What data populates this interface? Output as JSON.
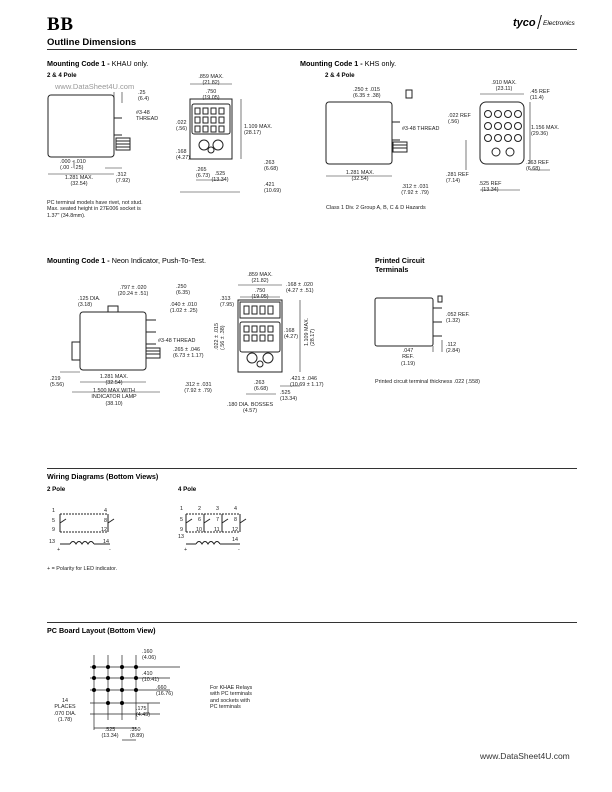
{
  "header": {
    "logo_left": "B B",
    "logo_right": "tyco",
    "logo_right_sub": "Electronics",
    "page_title": "Outline Dimensions"
  },
  "watermark": "www.DataSheet4U.com",
  "khau": {
    "title_bold": "Mounting Code 1 -",
    "title_sub": "KHAU only.",
    "pole": "2 & 4 Pole",
    "labels": {
      "a1": ".25",
      "a2": "(6.4)",
      "thread1": "#3-48",
      "thread2": "THREAD",
      "b1": ".000 - .010",
      "b2": "(.00 - .25)",
      "c1": "1.281 MAX.",
      "c2": "(32.54)",
      "d1": ".312",
      "d2": "(7.92)",
      "e1": ".859 MAX.",
      "e2": "(21.82)",
      "f1": ".750",
      "f2": "(19.05)",
      "g1": ".022",
      "g2": "(.56)",
      "h1": "1.109 MAX.",
      "h2": "(28.17)",
      "i1": ".168",
      "i2": "(4.27)",
      "j1": ".265",
      "j2": "(6.73)",
      "k1": ".525",
      "k2": "(13.34)",
      "l1": ".263",
      "l2": "(6.68)",
      "m1": ".421",
      "m2": "(10.69)"
    },
    "note": [
      "PC terminal models have rivet, not stud.",
      "Max. seated height in 27E006 socket is",
      "1.37\" (34.8mm)."
    ]
  },
  "khs": {
    "title_bold": "Mounting Code 1 -",
    "title_sub": "KHS only.",
    "pole": "2 & 4 Pole",
    "labels": {
      "a1": ".250 ± .015",
      "a2": "(6.35 ± .38)",
      "thread": "#3-48 THREAD",
      "c1": "1.281 MAX.",
      "c2": "(32.54)",
      "d1": ".312 ± .031",
      "d2": "(7.92 ± .79)",
      "e1": ".910 MAX.",
      "e2": "(23.11)",
      "f1": ".45 REF",
      "f2": "(11.4)",
      "g1": ".022 REF",
      "g2": "(.56)",
      "h1": "1.156 MAX.",
      "h2": "(29.36)",
      "i1": ".281 REF",
      "i2": "(7.14)",
      "k1": ".525 REF",
      "k2": "(13.34)",
      "l1": ".263 REF",
      "l2": "(6.68)"
    },
    "note": "Class 1 Div. 2 Group A, B, C & D Hazards"
  },
  "neon": {
    "title_bold": "Mounting Code 1 -",
    "title_sub": "Neon Indicator, Push-To-Test.",
    "labels": {
      "a1": ".797 ± .020",
      "a2": "(20.24 ± .51)",
      "b1": ".250",
      "b2": "(6.35)",
      "c1": ".125 DIA.",
      "c2": "(3.18)",
      "d1": ".040 ± .010",
      "d2": "(1.02 ± .25)",
      "thread": "#3-48 THREAD",
      "e1": ".265 ± .046",
      "e2": "(6.73 ± 1.17)",
      "f1": ".219",
      "f2": "(5.56)",
      "g1": "1.281 MAX.",
      "g2": "(32.54)",
      "h1": "1.500 MAX WITH",
      "h2": "INDICATOR LAMP",
      "h3": "(38.10)",
      "i1": ".312 ± .031",
      "i2": "(7.92 ± .79)",
      "j1": ".859 MAX.",
      "j2": "(21.82)",
      "k1": ".750",
      "k2": "(19.05)",
      "l1": ".313",
      "l2": "(7.95)",
      "m1": ".022 ± .015",
      "m2": "(.56 ± .38)",
      "n1": ".168",
      "n2": "(4.27)",
      "o1": "1.109 MAX.",
      "o2": "(28.17)",
      "p1": ".168 ± .020",
      "p2": "(4.27 ± .51)",
      "q1": ".263",
      "q2": "(6.68)",
      "r1": ".421 ± .046",
      "r2": "(10.69 ± 1.17)",
      "s1": ".180 DIA. BOSSES",
      "s2": "(4.57)",
      "t1": ".525",
      "t2": "(13.34)"
    }
  },
  "printed": {
    "title1": "Printed Circuit",
    "title2": "Terminals",
    "labels": {
      "a1": ".052 REF.",
      "a2": "(1.32)",
      "b1": ".112",
      "b2": "(2.84)",
      "c1": ".047",
      "c2": "REF.",
      "c3": "(1.19)"
    },
    "note": "Printed circuit terminal thickness .022 (.558)"
  },
  "wiring": {
    "title": "Wiring Diagrams (Bottom Views)",
    "two_pole": {
      "title": "2 Pole",
      "pins": [
        "1",
        "4",
        "5",
        "8",
        "9",
        "12",
        "13",
        "14"
      ],
      "plus": "+",
      "minus": "-"
    },
    "four_pole": {
      "title": "4 Pole",
      "pins": [
        "1",
        "2",
        "3",
        "4",
        "5",
        "6",
        "7",
        "8",
        "9",
        "10",
        "11",
        "12",
        "13",
        "14"
      ],
      "plus": "+",
      "minus": "-"
    },
    "note": "+ = Polarity for LED indicator."
  },
  "pcb": {
    "title": "PC Board Layout (Bottom View)",
    "labels": {
      "a1": ".160",
      "a2": "(4.06)",
      "b1": ".410",
      "b2": "(10.41)",
      "c1": ".660",
      "c2": "(16.76)",
      "d1": ".175",
      "d2": "(4.45)",
      "e1": ".350",
      "e2": "(8.89)",
      "f1": ".525",
      "f2": "(13.34)",
      "g1": "14",
      "g2": "PLACES",
      "g3": ".070 DIA.",
      "g4": "(1.78)"
    },
    "note": [
      "For KHAE Relays",
      "with PC terminals",
      "and sockets with",
      "PC terminals"
    ]
  },
  "footer": "www.DataSheet4U.com"
}
